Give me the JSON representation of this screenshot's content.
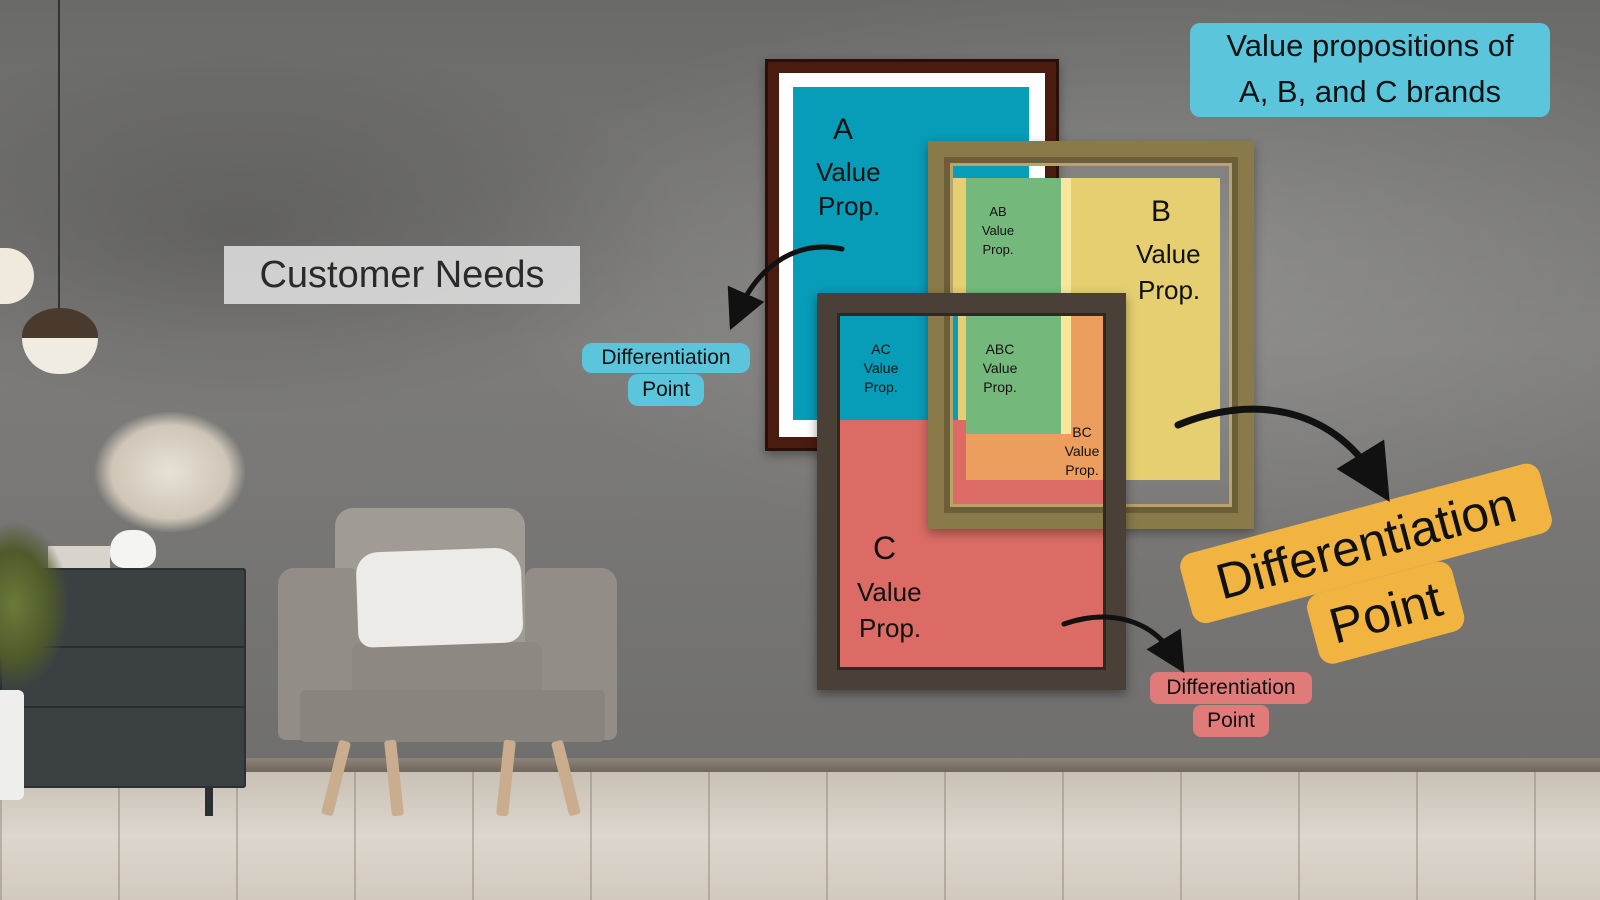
{
  "title": {
    "line1": "Value propositions of",
    "line2": "A, B, and C brands"
  },
  "customer_needs": "Customer Needs",
  "frames": {
    "a": {
      "letter": "A",
      "line1": "Value",
      "line2": "Prop."
    },
    "b": {
      "letter": "B",
      "line1": "Value",
      "line2": "Prop."
    },
    "c": {
      "letter": "C",
      "line1": "Value",
      "line2": "Prop."
    }
  },
  "overlaps": {
    "ab": {
      "line1": "AB",
      "line2": "Value",
      "line3": "Prop."
    },
    "ac": {
      "line1": "AC",
      "line2": "Value",
      "line3": "Prop."
    },
    "abc": {
      "line1": "ABC",
      "line2": "Value",
      "line3": "Prop."
    },
    "bc": {
      "line1": "BC",
      "line2": "Value",
      "line3": "Prop."
    }
  },
  "diff_points": {
    "a": {
      "line1": "Differentiation",
      "line2": "Point"
    },
    "b": {
      "line1": "Differentiation",
      "line2": "Point"
    },
    "c": {
      "line1": "Differentiation",
      "line2": "Point"
    }
  },
  "colors": {
    "a": "#079cb8",
    "b": "#e5cf71",
    "c": "#db6b64",
    "ab": "#74b97b",
    "bc": "#ec9e5e",
    "tag_teal": "#5bc5dc",
    "tag_orange": "#f2b440",
    "tag_red": "#e07b7a"
  }
}
